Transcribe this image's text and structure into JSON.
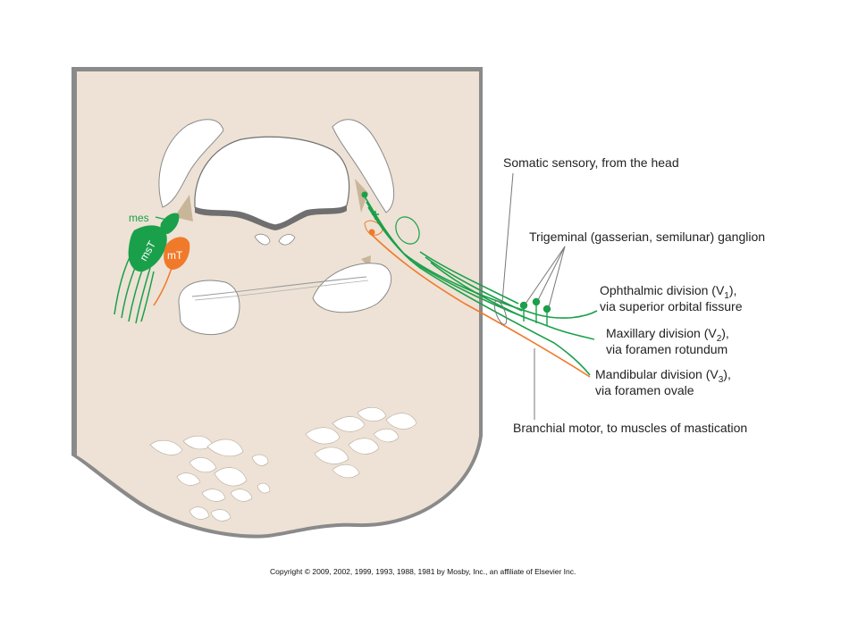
{
  "colors": {
    "tissue": "#ede2d5",
    "shadow": "#8a8a8a",
    "cavity": "#ffffff",
    "sensory": "#1aa04a",
    "motor": "#f07a2a",
    "tan": "#c9b59a",
    "leader": "#777777"
  },
  "labels": {
    "mes": "mes",
    "msT": "msT",
    "mT": "mT",
    "somatic": "Somatic sensory, from the head",
    "ganglion": "Trigeminal (gasserian, semilunar) ganglion",
    "ophthalmic": {
      "line1_pre": "Ophthalmic division (V",
      "sub": "1",
      "line1_post": "),",
      "line2": "via superior orbital fissure"
    },
    "maxillary": {
      "line1_pre": "Maxillary division (V",
      "sub": "2",
      "line1_post": "),",
      "line2": "via foramen rotundum"
    },
    "mandibular": {
      "line1_pre": "Mandibular division (V",
      "sub": "3",
      "line1_post": "),",
      "line2": "via foramen ovale"
    },
    "branchial": "Branchial motor, to muscles of mastication"
  },
  "copyright": "Copyright © 2009, 2002, 1999, 1993, 1988, 1981 by Mosby, Inc., an affiliate of Elsevier Inc."
}
